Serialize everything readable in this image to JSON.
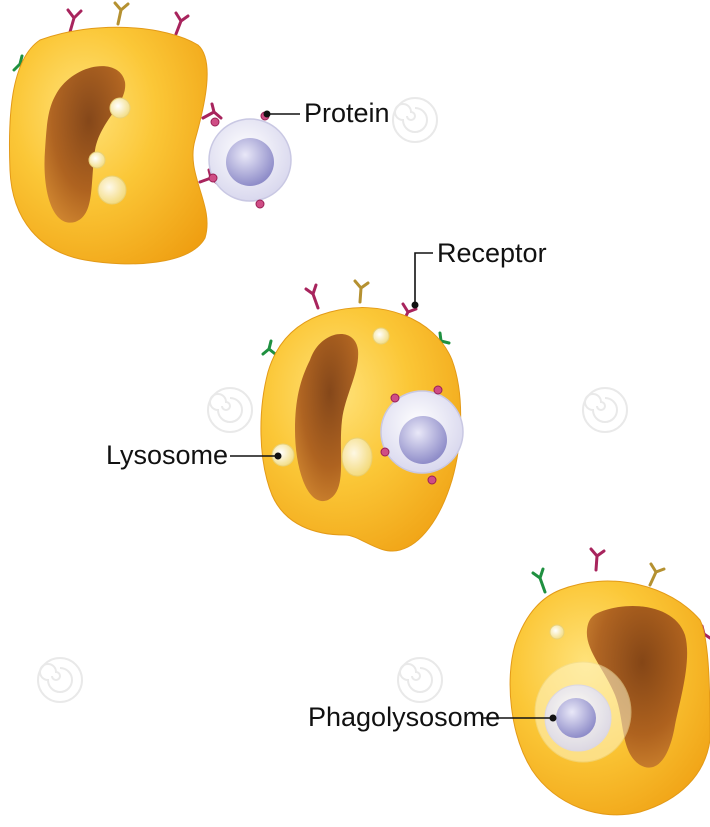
{
  "labels": {
    "protein": "Protein",
    "receptor": "Receptor",
    "lysosome": "Lysosome",
    "phagolysosome": "Phagolysosome"
  },
  "colors": {
    "cell_body": "#f7b51f",
    "cell_highlight": "#ffe27a",
    "nucleus": "#a85a1d",
    "lysosome": "#fff6c8",
    "protein_body": "#f2f2fb",
    "protein_core": "#a9a8d8",
    "receptor_magenta": "#a8245d",
    "receptor_olive": "#b59131",
    "receptor_green": "#1f9040",
    "protein_knob": "#cf4d85",
    "leader": "#111111"
  },
  "watermark": "dreamstime"
}
